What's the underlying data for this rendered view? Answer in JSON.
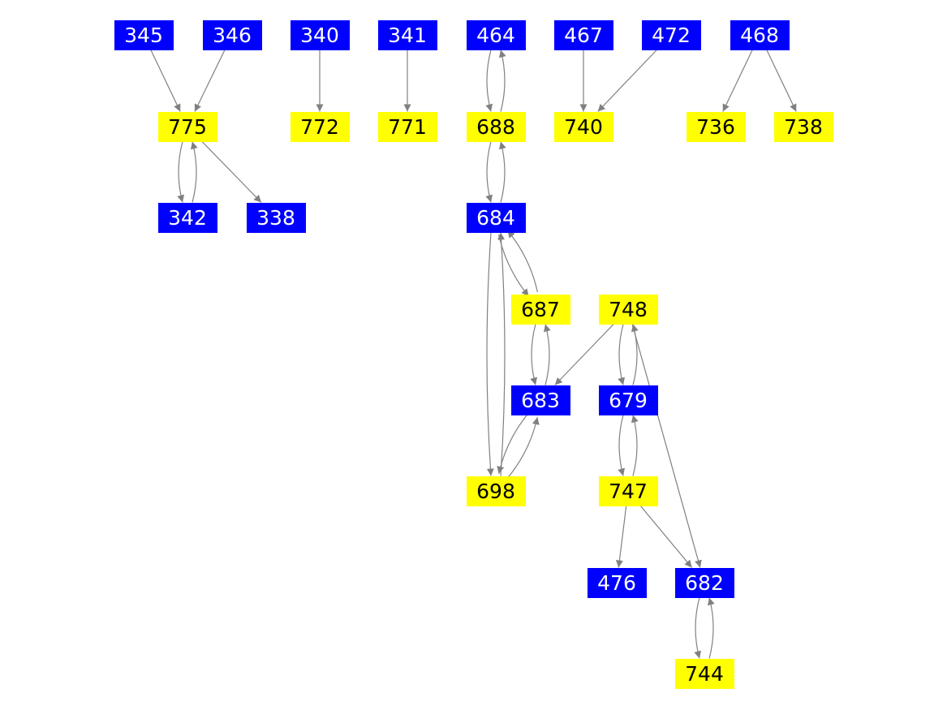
{
  "colors": {
    "blue": "#0000ff",
    "yellow": "#ffff00",
    "edge": "#808080",
    "blue_text": "#ffffff",
    "yellow_text": "#000000"
  },
  "nodes": [
    {
      "id": "345",
      "type": "blue"
    },
    {
      "id": "346",
      "type": "blue"
    },
    {
      "id": "340",
      "type": "blue"
    },
    {
      "id": "341",
      "type": "blue"
    },
    {
      "id": "464",
      "type": "blue"
    },
    {
      "id": "467",
      "type": "blue"
    },
    {
      "id": "472",
      "type": "blue"
    },
    {
      "id": "468",
      "type": "blue"
    },
    {
      "id": "775",
      "type": "yellow"
    },
    {
      "id": "772",
      "type": "yellow"
    },
    {
      "id": "771",
      "type": "yellow"
    },
    {
      "id": "688",
      "type": "yellow"
    },
    {
      "id": "740",
      "type": "yellow"
    },
    {
      "id": "736",
      "type": "yellow"
    },
    {
      "id": "738",
      "type": "yellow"
    },
    {
      "id": "342",
      "type": "blue"
    },
    {
      "id": "338",
      "type": "blue"
    },
    {
      "id": "684",
      "type": "blue"
    },
    {
      "id": "687",
      "type": "yellow"
    },
    {
      "id": "748",
      "type": "yellow"
    },
    {
      "id": "683",
      "type": "blue"
    },
    {
      "id": "679",
      "type": "blue"
    },
    {
      "id": "698",
      "type": "yellow"
    },
    {
      "id": "747",
      "type": "yellow"
    },
    {
      "id": "476",
      "type": "blue"
    },
    {
      "id": "682",
      "type": "blue"
    },
    {
      "id": "744",
      "type": "yellow"
    }
  ],
  "edges": [
    [
      "345",
      "775"
    ],
    [
      "346",
      "775"
    ],
    [
      "340",
      "772"
    ],
    [
      "341",
      "771"
    ],
    [
      "464",
      "688"
    ],
    [
      "688",
      "464"
    ],
    [
      "467",
      "740"
    ],
    [
      "472",
      "740"
    ],
    [
      "468",
      "736"
    ],
    [
      "468",
      "738"
    ],
    [
      "775",
      "342"
    ],
    [
      "342",
      "775"
    ],
    [
      "775",
      "338"
    ],
    [
      "688",
      "684"
    ],
    [
      "684",
      "688"
    ],
    [
      "684",
      "687"
    ],
    [
      "687",
      "684"
    ],
    [
      "684",
      "698"
    ],
    [
      "698",
      "684"
    ],
    [
      "748",
      "683"
    ],
    [
      "748",
      "679"
    ],
    [
      "679",
      "748"
    ],
    [
      "748",
      "682"
    ],
    [
      "687",
      "683"
    ],
    [
      "683",
      "687"
    ],
    [
      "683",
      "698"
    ],
    [
      "698",
      "683"
    ],
    [
      "679",
      "747"
    ],
    [
      "747",
      "679"
    ],
    [
      "747",
      "476"
    ],
    [
      "747",
      "682"
    ],
    [
      "682",
      "744"
    ],
    [
      "744",
      "682"
    ]
  ]
}
